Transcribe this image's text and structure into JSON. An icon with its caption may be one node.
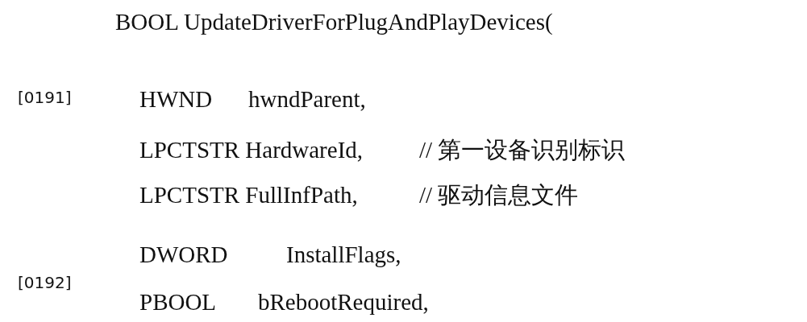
{
  "diagram": {
    "labels": [
      "BOOL UpdateDriverForPlugAndPlayDevices(",
      "[0191]",
      "HWND",
      "hwndParent,",
      "LPCTSTR HardwareId,",
      "// 第一设备识别标识",
      "LPCTSTR FullInfPath,",
      "// 驱动信息文件",
      "DWORD",
      "InstallFlags,",
      "[0192]",
      "PBOOL",
      "bRebootRequired,"
    ]
  }
}
